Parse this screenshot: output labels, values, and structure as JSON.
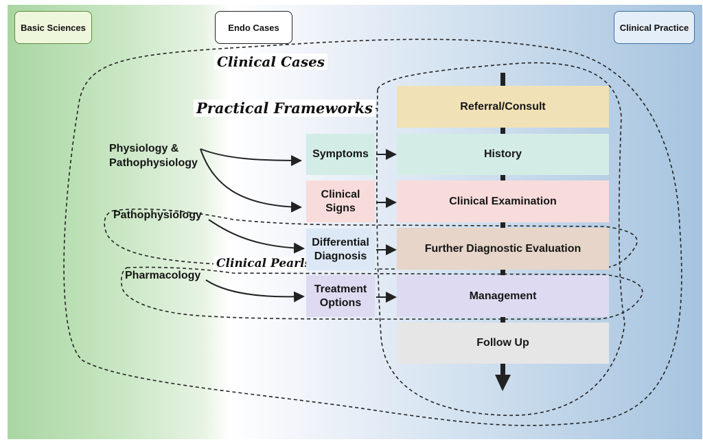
{
  "header_tags": {
    "basic_sciences": "Basic Sciences",
    "endo_cases": "Endo Cases",
    "clinical_practice": "Clinical Practice"
  },
  "regions": {
    "clinical_cases": "Clinical Cases",
    "practical_frameworks": "Practical Frameworks",
    "clinical_pearls": "Clinical Pearls"
  },
  "sources": {
    "physiology": "Physiology & Pathophysiology",
    "pathophysiology": "Pathophysiology",
    "pharmacology": "Pharmacology"
  },
  "middle_boxes": [
    {
      "label": "Symptoms",
      "color": "#d3ede6"
    },
    {
      "label": "Clinical Signs",
      "color": "#f8dcdc"
    },
    {
      "label": "Differential Diagnosis",
      "color": "#dce8f5"
    },
    {
      "label": "Treatment Options",
      "color": "#dedaf1"
    }
  ],
  "pipeline": [
    {
      "label": "Referral/Consult",
      "color": "#f1e1b6"
    },
    {
      "label": "History",
      "color": "#d3ede6"
    },
    {
      "label": "Clinical Examination",
      "color": "#f8dcdc"
    },
    {
      "label": "Further Diagnostic Evaluation",
      "color": "#e6d5c8"
    },
    {
      "label": "Management",
      "color": "#dedaf1"
    },
    {
      "label": "Follow Up",
      "color": "#e6e6e6"
    }
  ],
  "colors": {
    "basic_sciences_fill": "#eef6dc",
    "basic_sciences_border": "#5e8a3a",
    "endo_cases_fill": "#ffffff",
    "clinical_practice_fill": "#e4eef8",
    "clinical_practice_border": "#3e6f9c"
  }
}
